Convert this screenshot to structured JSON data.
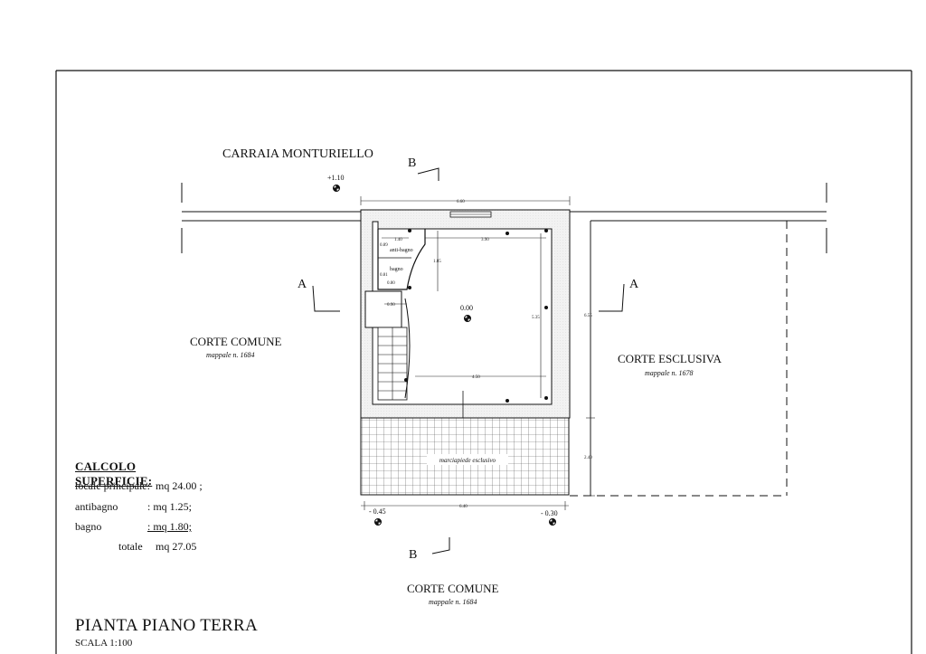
{
  "labels": {
    "road": "CARRAIA MONTURIELLO",
    "corte_comune_left": "CORTE COMUNE",
    "corte_comune_left_sub": "mappale n. 1684",
    "corte_esclusiva": "CORTE ESCLUSIVA",
    "corte_esclusiva_sub": "mappale n. 1678",
    "corte_comune_bottom": "CORTE COMUNE",
    "corte_comune_bottom_sub": "mappale n. 1684",
    "marciapiede": "marciapiede esclusivo",
    "anti_bagno": "anti-bagno",
    "bagno": "bagno"
  },
  "sections": {
    "b": "B",
    "a": "A"
  },
  "elevations": {
    "road": "+1.10",
    "floor": "0.00",
    "left_bottom": "- 0.45",
    "right_bottom": "- 0.30"
  },
  "dimensions": {
    "top_width": "6.60",
    "inner_width": "3.90",
    "inner_width_bottom": "4.50",
    "bottom_width": "6.40",
    "right_height": "6.55",
    "sidewalk_height": "2.40",
    "inner_height": "5.35",
    "bath_depth": "1.85",
    "antibagno_w": "1.40",
    "d_089": "0.89",
    "d_081": "0.81",
    "d_080": "0.80",
    "stair_w": "0.90"
  },
  "calculation": {
    "title": "CALCOLO SUPERFICIE:",
    "rows": [
      {
        "label": "locale principale:",
        "value": "mq 24.00 ;"
      },
      {
        "label": "antibagno",
        "value": ": mq  1.25;"
      },
      {
        "label": "bagno",
        "value": ": mq  1.80;"
      },
      {
        "label": "totale",
        "value": "mq  27.05"
      }
    ]
  },
  "drawing": {
    "title": "PIANTA PIANO TERRA",
    "scale": "SCALA 1:100"
  }
}
